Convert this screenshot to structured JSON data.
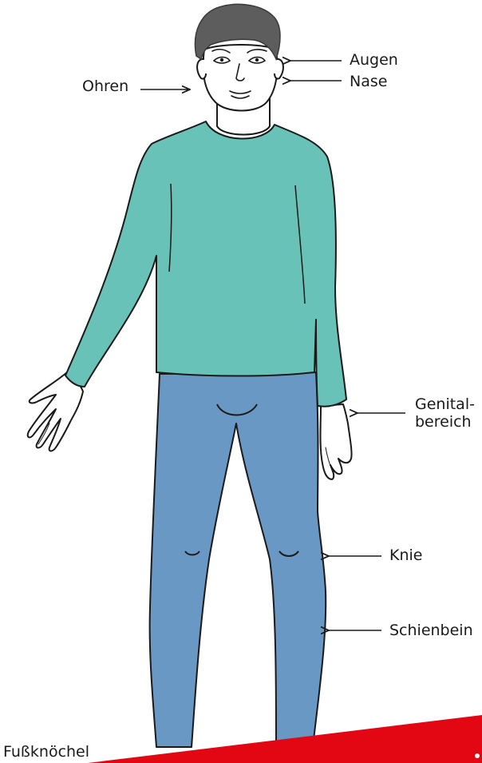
{
  "labels": {
    "augen": "Augen",
    "nase": "Nase",
    "ohren": "Ohren",
    "genital_line1": "Genital-",
    "genital_line2": "bereich",
    "knie": "Knie",
    "schienbein": "Schienbein",
    "fussknoechel": "Fußknöchel"
  },
  "colors": {
    "shirt": "#69c2b8",
    "jeans": "#6a98c4",
    "hair": "#5d5d5d",
    "accent": "#e30613",
    "outline": "#1a1a1a",
    "skin": "#ffffff"
  },
  "icons": {
    "arrow": "arrow-left-icon"
  }
}
